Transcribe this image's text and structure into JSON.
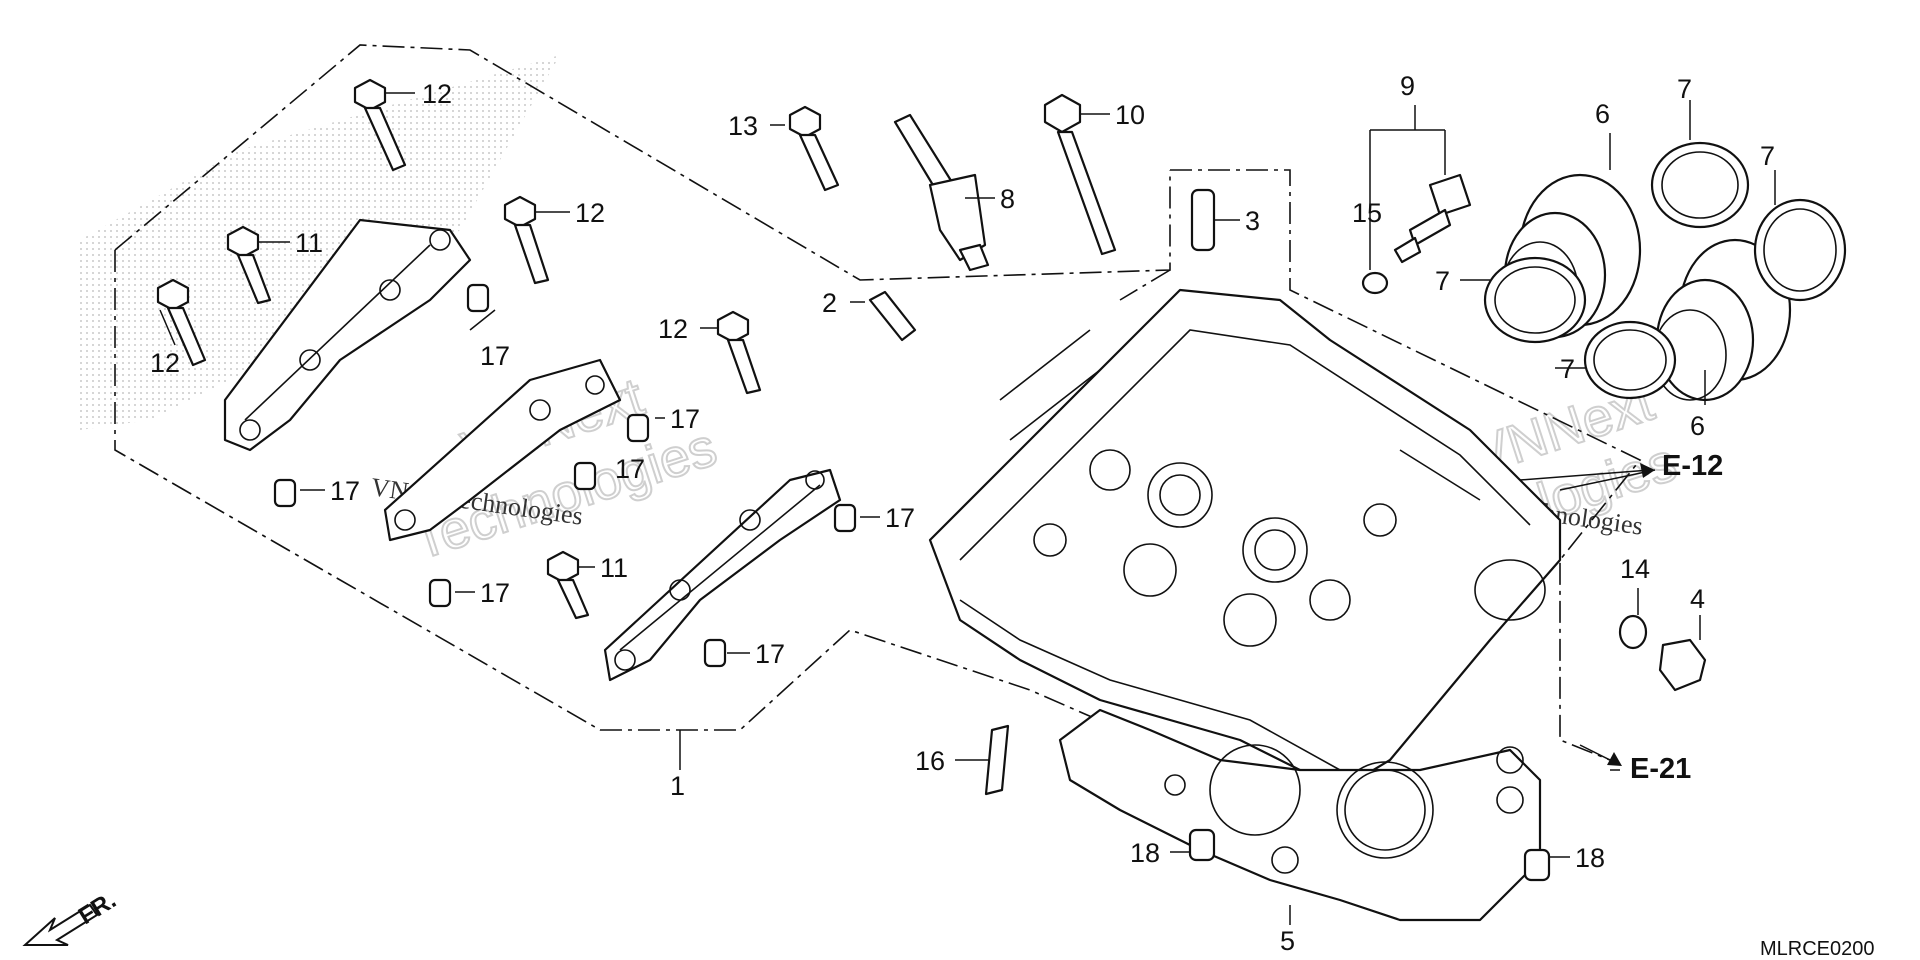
{
  "diagram": {
    "drawing_code": "MLRCE0200",
    "front_label": "FR.",
    "watermark_name": "VNNext",
    "watermark_company": "VNext Technologies",
    "watermark_word": "Technologies",
    "references": {
      "e12": "E-12",
      "e21": "E-21"
    },
    "callouts": {
      "n1": "1",
      "n2": "2",
      "n3": "3",
      "n4": "4",
      "n5": "5",
      "n6": "6",
      "n7": "7",
      "n8": "8",
      "n9": "9",
      "n10": "10",
      "n11": "11",
      "n12": "12",
      "n13": "13",
      "n14": "14",
      "n15": "15",
      "n16": "16",
      "n17": "17",
      "n18": "18"
    }
  }
}
